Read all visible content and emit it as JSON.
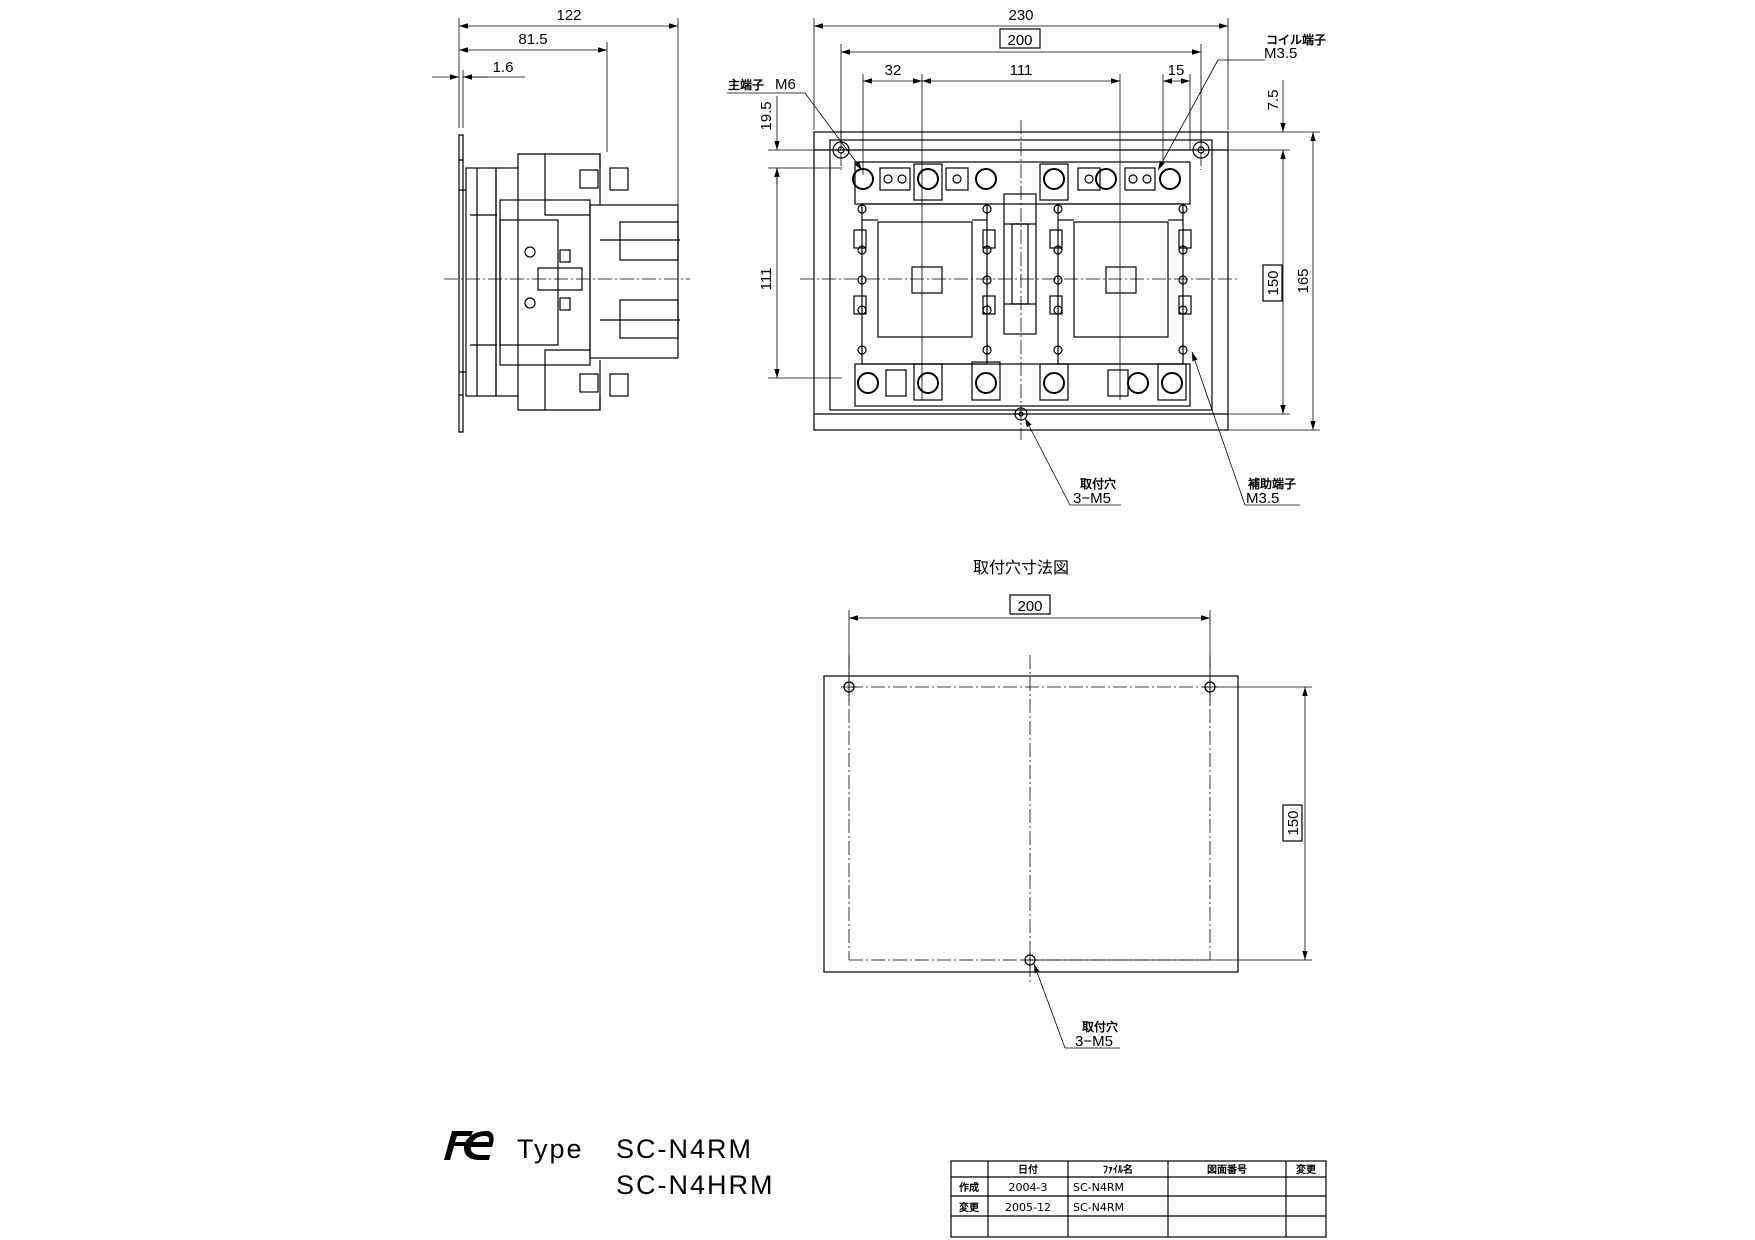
{
  "side_view": {
    "dims": {
      "overall_depth": "122",
      "depth_to_coil": "81.5",
      "plate_thickness": "1.6"
    }
  },
  "front_view": {
    "dims": {
      "overall_width": "230",
      "mount_pitch_width": "200",
      "terminal_offset": "32",
      "terminal_span": "111",
      "coil_terminal_offset": "15",
      "coil_terminal_top": "7.5",
      "main_terminal_top": "19.5",
      "height_terminal_span": "111",
      "mount_pitch_height": "150",
      "overall_height": "165"
    },
    "labels": {
      "main_terminal": "主端子",
      "main_terminal_size": "M6",
      "coil_terminal": "コイル端子",
      "coil_terminal_size": "M3.5",
      "mount_hole": "取付穴",
      "mount_hole_spec": "3−M5",
      "aux_terminal": "補助端子",
      "aux_terminal_size": "M3.5"
    }
  },
  "hole_view": {
    "title": "取付穴寸法図",
    "dims": {
      "width": "200",
      "height": "150"
    },
    "labels": {
      "mount_hole": "取付穴",
      "mount_hole_spec": "3−M5"
    }
  },
  "product": {
    "logo": "Fe",
    "type_label": "Type",
    "model_1": "SC-N4RM",
    "model_2": "SC-N4HRM"
  },
  "revision_table": {
    "headers": [
      "日付",
      "ﾌｧｲﾙ名",
      "図面番号",
      "変更"
    ],
    "rows": [
      {
        "label": "作成",
        "date": "2004-3",
        "file": "SC-N4RM",
        "drawing_no": "",
        "change": ""
      },
      {
        "label": "変更",
        "date": "2005-12",
        "file": "SC-N4RM",
        "drawing_no": "",
        "change": ""
      },
      {
        "label": "",
        "date": "",
        "file": "",
        "drawing_no": "",
        "change": ""
      }
    ]
  }
}
